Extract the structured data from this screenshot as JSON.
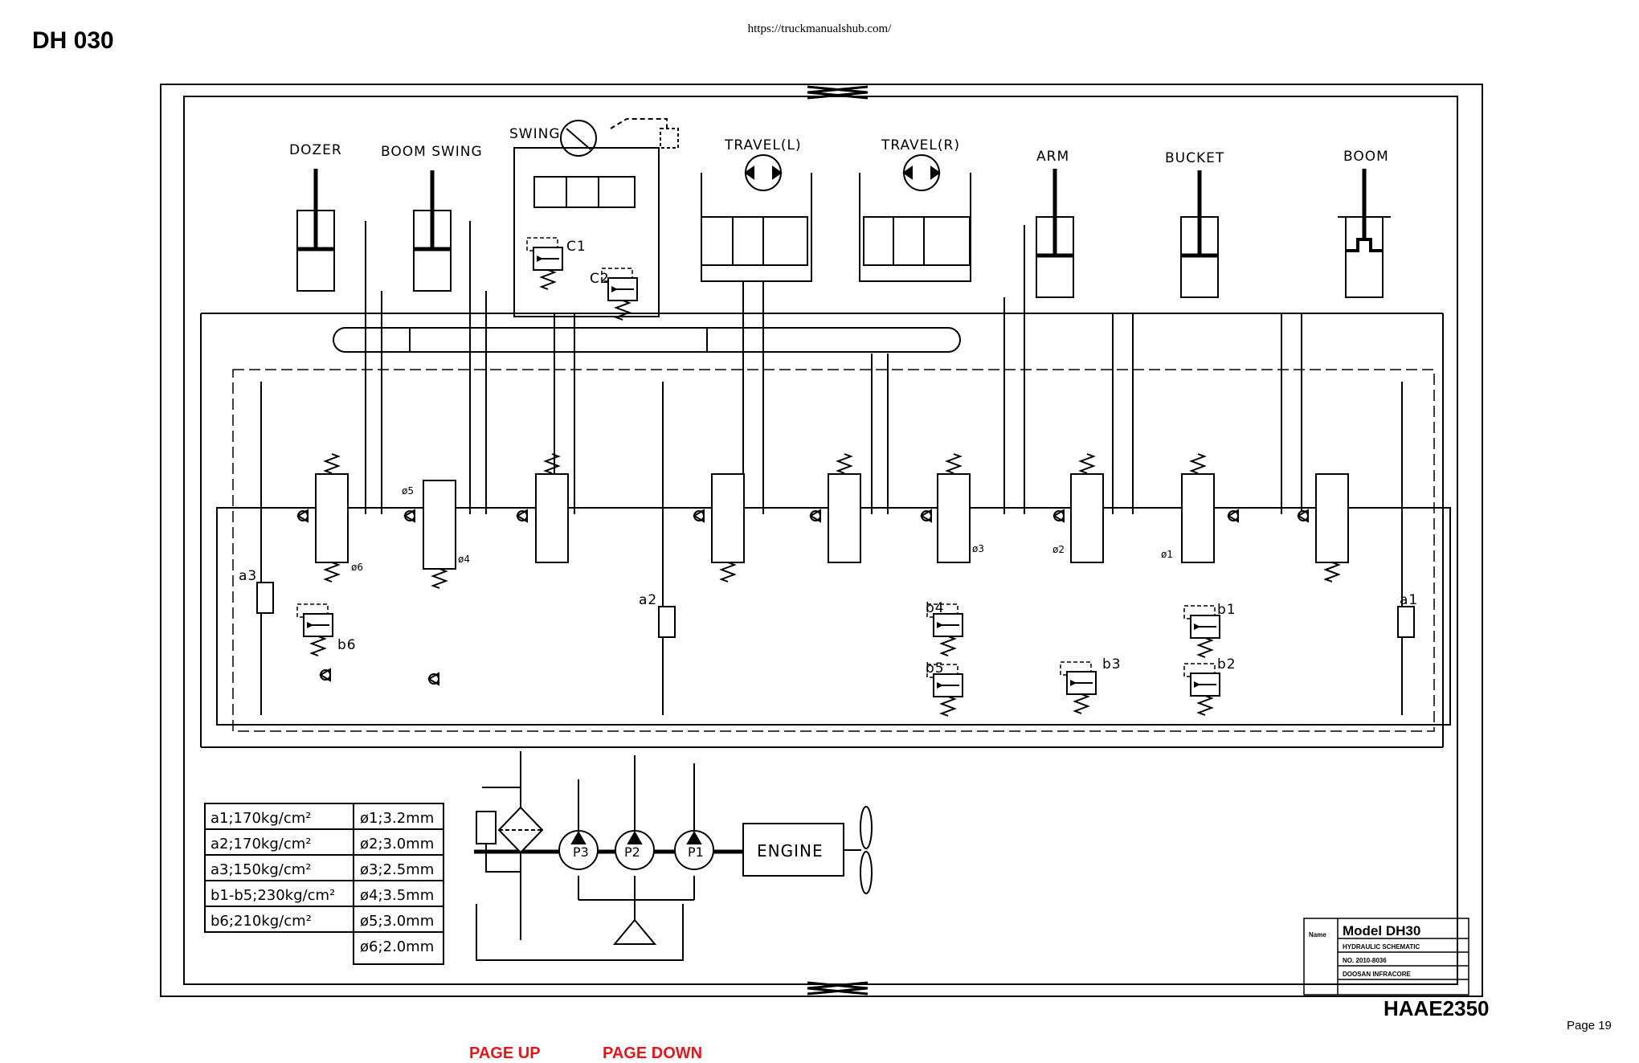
{
  "header": {
    "doc_id": "DH 030",
    "url": "https://truckmanualshub.com/"
  },
  "diagram": {
    "actuators": {
      "dozer": "DOZER",
      "boom_swing": "BOOM SWING",
      "swing": "SWING",
      "travel_l": "TRAVEL(L)",
      "travel_r": "TRAVEL(R)",
      "arm": "ARM",
      "bucket": "BUCKET",
      "boom": "BOOM"
    },
    "valve_labels": {
      "c1": "C1",
      "c2": "C2",
      "a1": "a1",
      "a2": "a2",
      "a3": "a3",
      "b1": "b1",
      "b2": "b2",
      "b3": "b3",
      "b4": "b4",
      "b5": "b5",
      "b6": "b6",
      "o1": "ø1",
      "o2": "ø2",
      "o3": "ø3",
      "o4": "ø4",
      "o5": "ø5",
      "o6": "ø6"
    },
    "pumps": {
      "p1": "P1",
      "p2": "P2",
      "p3": "P3"
    },
    "engine": "ENGINE",
    "pressure_table": [
      "a1;170kg/cm²",
      "a2;170kg/cm²",
      "a3;150kg/cm²",
      "b1-b5;230kg/cm²",
      "b6;210kg/cm²"
    ],
    "orifice_table": [
      "ø1;3.2mm",
      "ø2;3.0mm",
      "ø3;2.5mm",
      "ø4;3.5mm",
      "ø5;3.0mm",
      "ø6;2.0mm"
    ],
    "title_block": {
      "name_label": "Name",
      "model": "Model DH30",
      "title": "HYDRAULIC SCHEMATIC",
      "number": "NO.  2010-8036",
      "company": "DOOSAN INFRACORE"
    }
  },
  "footer": {
    "drawing_no": "HAAE2350",
    "page": "Page 19",
    "page_up": "PAGE UP",
    "page_down": "PAGE DOWN"
  }
}
